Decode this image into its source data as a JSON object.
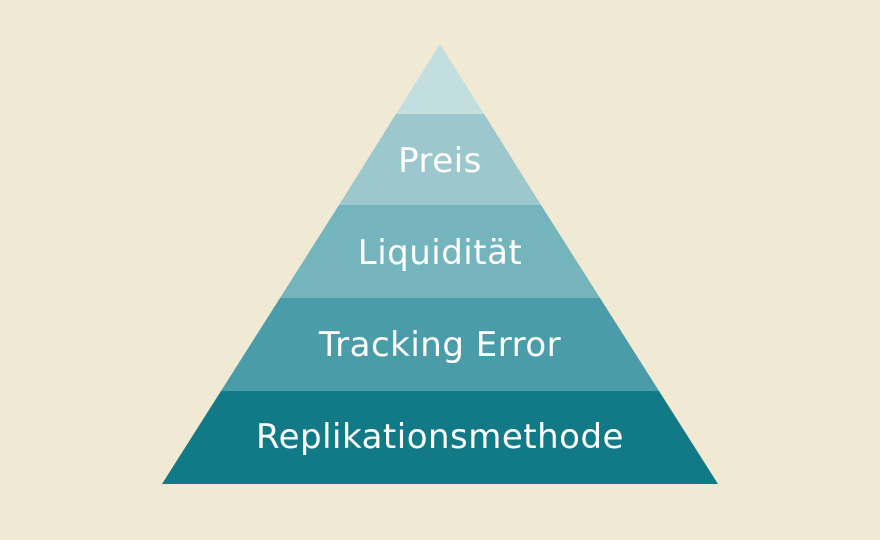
{
  "colors": {
    "background": "#F0E9D3",
    "label": "#FFFFFF"
  },
  "pyramid": {
    "tiers": [
      {
        "label": "",
        "color": "#C3DEDF"
      },
      {
        "label": "Preis",
        "color": "#9CC8CD"
      },
      {
        "label": "Liquidität",
        "color": "#73B4BD"
      },
      {
        "label": "Tracking Error",
        "color": "#4B9CA9"
      },
      {
        "label": "Replikationsmethode",
        "color": "#127A87"
      }
    ]
  }
}
